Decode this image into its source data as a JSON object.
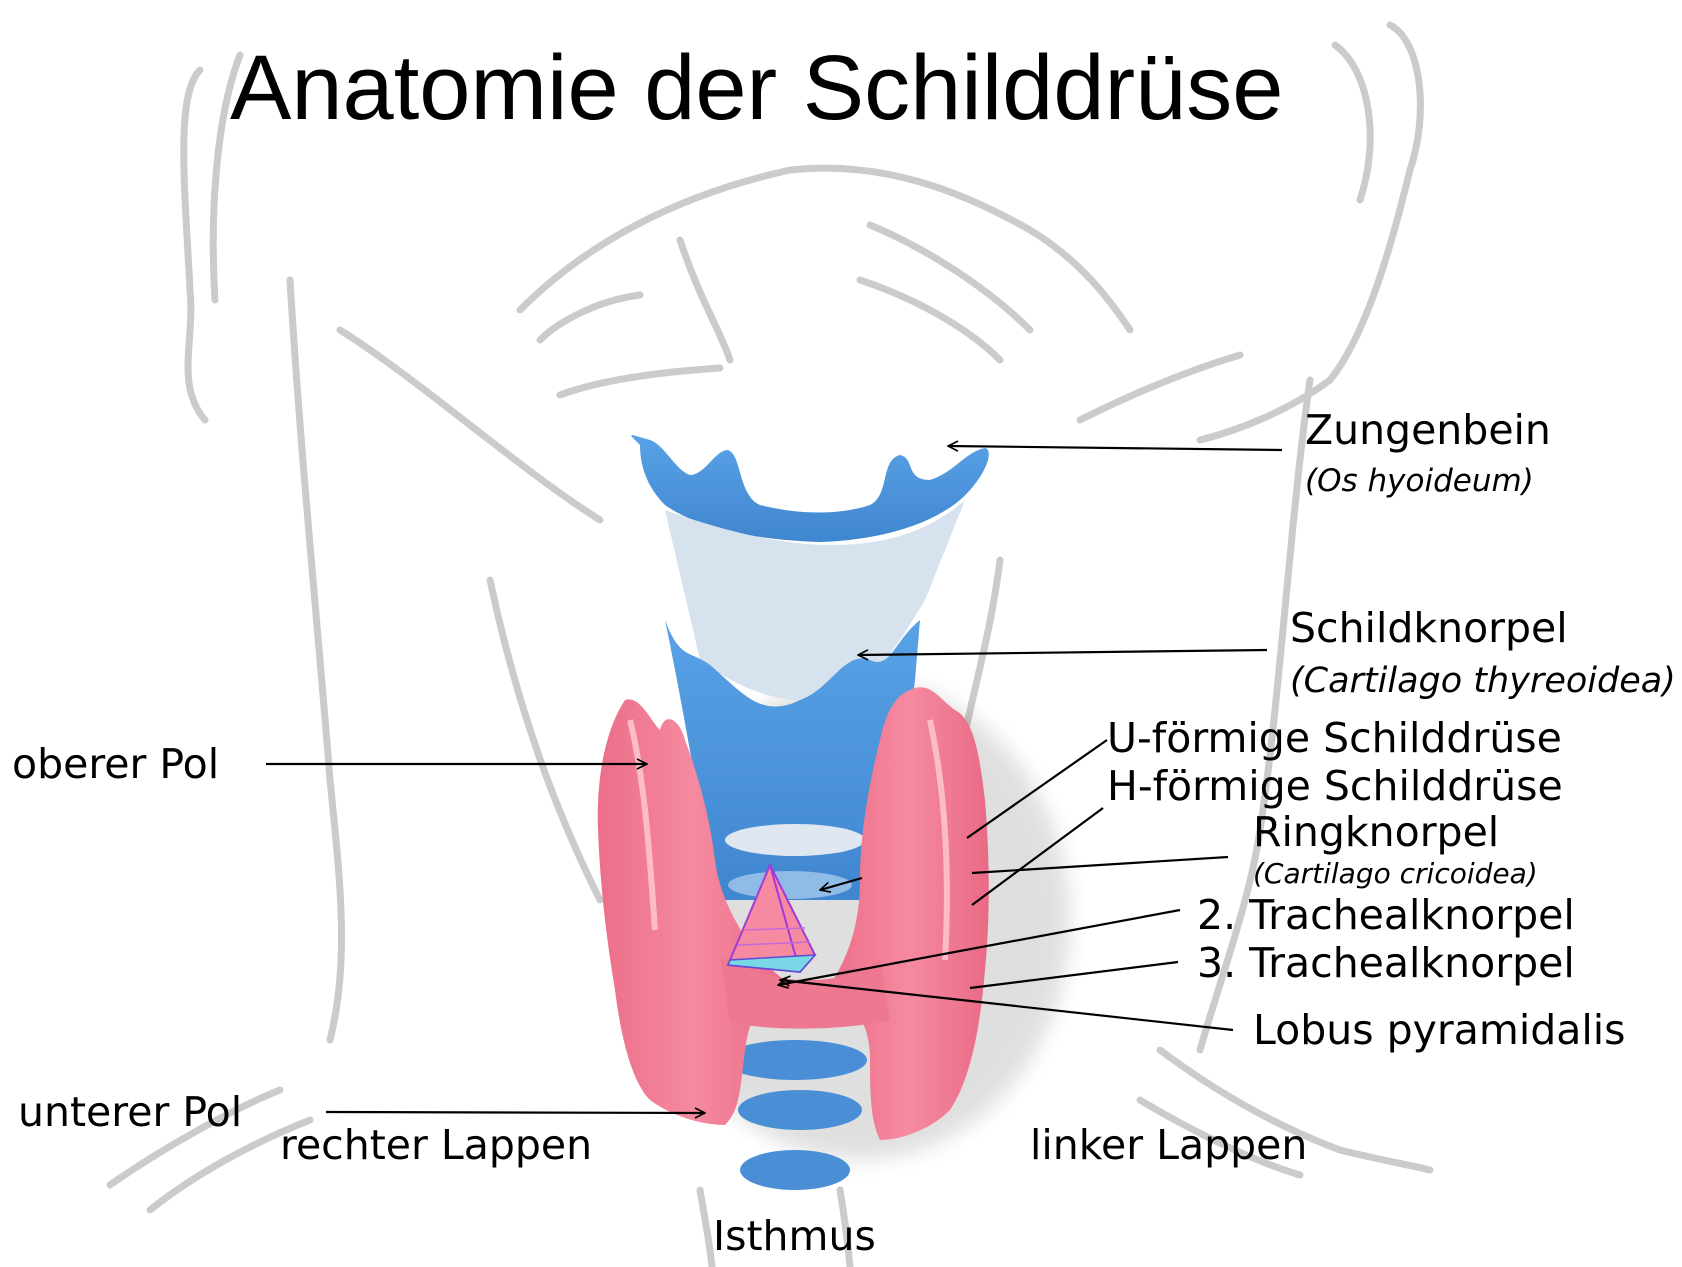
{
  "title": "Anatomie der Schilddrüse",
  "labels": {
    "zungenbein": "Zungenbein",
    "zungenbein_latin": "(Os hyoideum)",
    "schildknorpel": "Schildknorpel",
    "schildknorpel_latin": "(Cartilago thyreoidea)",
    "u_foermig": "U-förmige Schilddrüse",
    "h_foermig": "H-förmige Schilddrüse",
    "ringknorpel": "Ringknorpel",
    "ringknorpel_latin": "(Cartilago cricoidea)",
    "trachealknorpel_2": "2. Trachealknorpel",
    "trachealknorpel_3": "3. Trachealknorpel",
    "lobus_pyramidalis": "Lobus pyramidalis",
    "oberer_pol": "oberer Pol",
    "unterer_pol": "unterer Pol",
    "rechter_lappen": "rechter Lappen",
    "linker_lappen": "linker Lappen",
    "isthmus": "Isthmus"
  },
  "colors": {
    "cartilage": "#4a8fd6",
    "cartilage_light": "#6fb0ee",
    "thyroid": "#f07b93",
    "thyroid_light": "#fbb6c3",
    "outline": "#c8c8c8",
    "pyramid": "#a23ad8"
  }
}
